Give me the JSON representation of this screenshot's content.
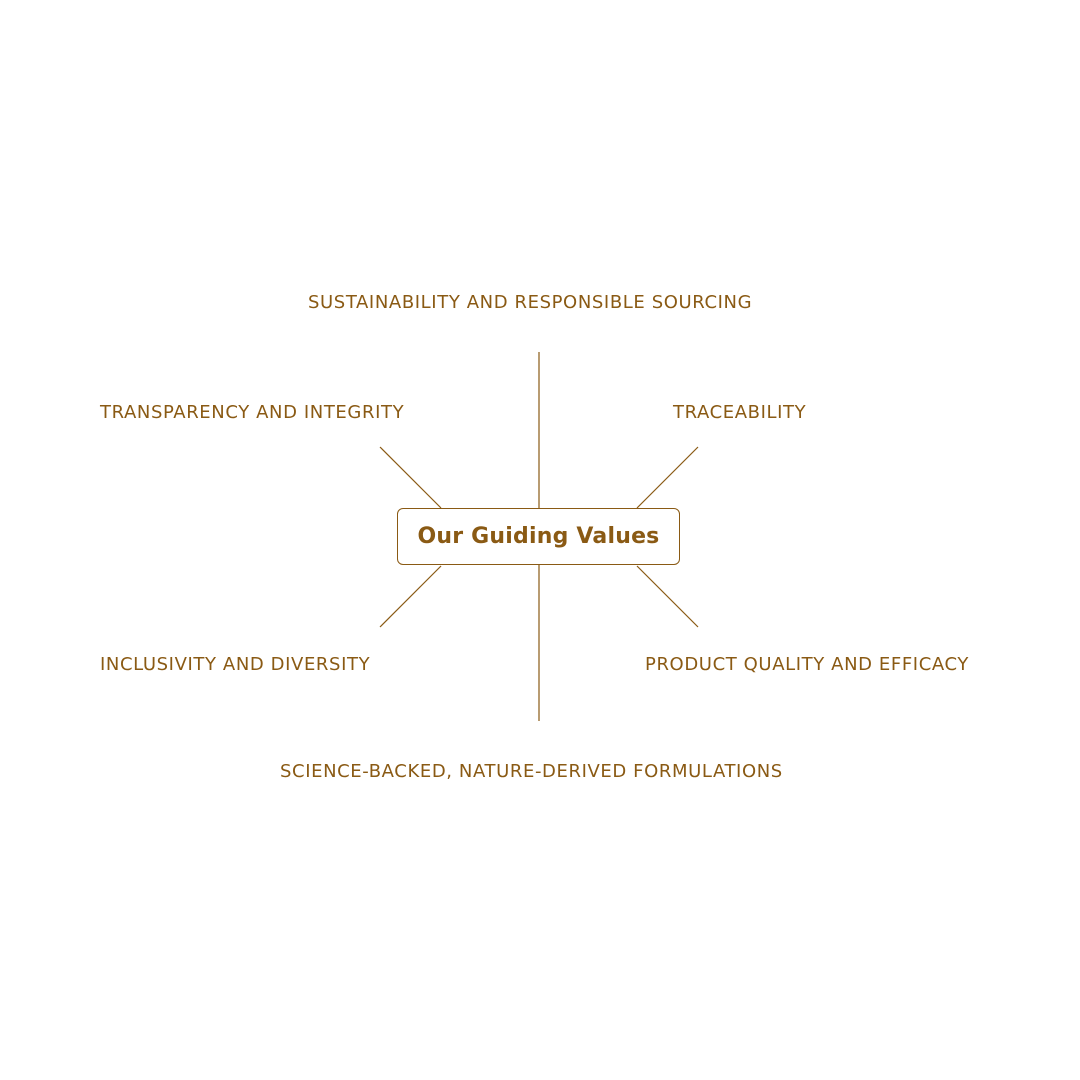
{
  "colors": {
    "accent": "#8a5a14",
    "background": "#ffffff"
  },
  "center": {
    "title": "Our Guiding Values"
  },
  "values": {
    "top": "SUSTAINABILITY AND RESPONSIBLE SOURCING",
    "upper_left": "TRANSPARENCY AND INTEGRITY",
    "upper_right": "TRACEABILITY",
    "lower_left": "INCLUSIVITY AND DIVERSITY",
    "lower_right": "PRODUCT QUALITY AND EFFICACY",
    "bottom": "SCIENCE-BACKED, NATURE-DERIVED FORMULATIONS"
  }
}
